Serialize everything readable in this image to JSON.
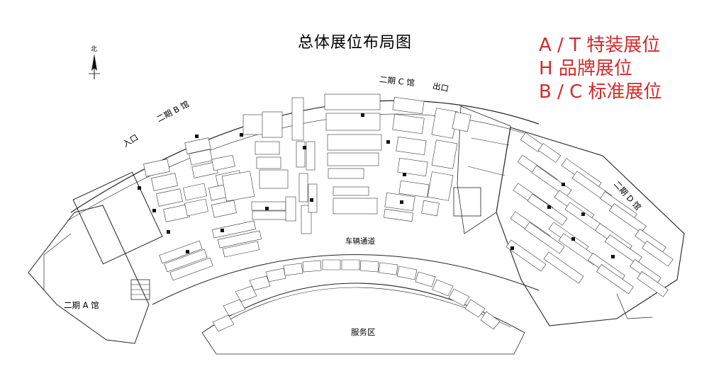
{
  "title": "总体展位布局图",
  "legend": [
    "A / T 特装展位",
    "H 品牌展位",
    "B / C 标准展位"
  ],
  "compass": {
    "label": "北",
    "icon": "north-arrow-icon"
  },
  "areas": {
    "hall_a": "二期 A 馆",
    "hall_b": "二期 B 馆",
    "hall_c": "二期 C 馆",
    "hall_d": "二期 D 馆",
    "entrance": "入口",
    "exit": "出口",
    "vehicle_lane": "车辆通道",
    "service_area": "服务区"
  },
  "colors": {
    "legend": "#d22b2b",
    "lines": "#222222",
    "booth_fill": "#ffffff"
  }
}
